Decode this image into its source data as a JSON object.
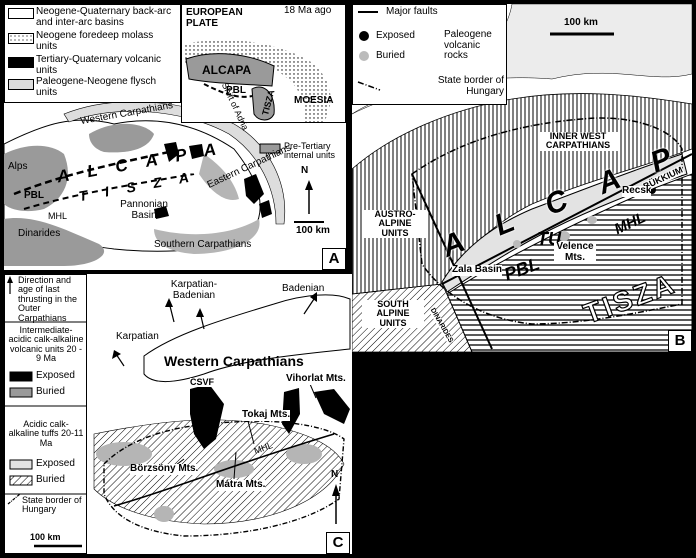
{
  "panel_a": {
    "letter": "A",
    "legend": [
      {
        "label": "Neogene-Quaternary back-arc and  inter-arc basins"
      },
      {
        "label": "Neogene foredeep molass units"
      },
      {
        "label": "Tertiary-Quaternary volcanic units"
      },
      {
        "label": "Paleogene-Neogene flysch units"
      }
    ],
    "inset": {
      "age": "18 Ma ago",
      "european_plate": "EUROPEAN PLATE",
      "alcapa": "ALCAPA",
      "pbl": "PBL",
      "tisza": "TISZA",
      "moesia": "MOESIA",
      "adria": "Shift of Adria"
    },
    "pretertiary": "Pre-Tertiary internal units",
    "labels": {
      "western_carpathians": "Western Carpathians",
      "eastern_carpathians": "Eastern Carpathians",
      "southern_carpathians": "Southern Carpathians",
      "alps": "Alps",
      "dinarides": "Dinarides",
      "alcapa": "A L C A P A",
      "tisza": "T I S Z A",
      "pbl": "PBL",
      "mhl": "MHL",
      "pannonian": "Pannonian Basin"
    },
    "north": "N",
    "scale": "100 km"
  },
  "panel_b": {
    "letter": "B",
    "legend": {
      "major_faults": "Major faults",
      "exposed": "Exposed",
      "buried": "Buried",
      "paleogene": "Paleogene volcanic rocks",
      "border": "State border of Hungary"
    },
    "scale": "100 km",
    "labels": {
      "inner_west": "INNER WEST CARPATHIANS",
      "bukkium": "BÜKKIUM",
      "recsk": "Recsk",
      "austro": "AUSTRO-ALPINE UNITS",
      "alcapa": "A L C A P A",
      "tu": "TU",
      "velence": "Velence Mts.",
      "mhl": "MHL",
      "zala": "Zala Basin",
      "pbl": "PBL",
      "tisza": "TISZA",
      "south_alpine": "SOUTH ALPINE UNITS",
      "dinarides": "DINARIDES"
    }
  },
  "panel_c": {
    "letter": "C",
    "legend": {
      "direction": "Direction and age of last thrusting in the Outer Carpathians",
      "intermediate": "Intermediate-acidic calk-alkaline volcanic units 20 - 9 Ma",
      "exposed1": "Exposed",
      "buried1": "Buried",
      "tuffs": "Acidic calk-alkaline tuffs 20-11 Ma",
      "exposed2": "Exposed",
      "buried2": "Buried",
      "border": "State border of Hungary",
      "scale": "100 km"
    },
    "labels": {
      "karpatian_badenian": "Karpatian-Badenian",
      "badenian": "Badenian",
      "karpatian": "Karpatian",
      "western_carpathians": "Western Carpathians",
      "csvf": "CSVF",
      "vihorlat": "Vihorlat Mts.",
      "tokaj": "Tokaj Mts.",
      "borzsony": "Börzsöny Mts.",
      "mhl": "MHL",
      "matra": "Mátra Mts."
    },
    "north": "N"
  }
}
